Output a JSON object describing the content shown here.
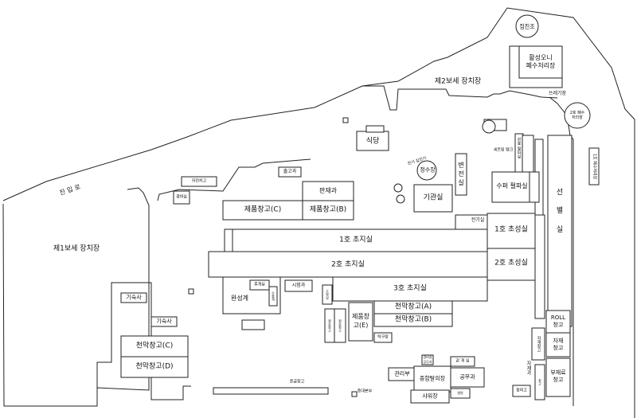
{
  "labels": {
    "main_road": "진 입 로",
    "yard1": "제1보세 장치장",
    "yard2": "제2보세 장치장",
    "chimney": "집진조",
    "wastewater1": "활성오니\n폐수처리장",
    "waste_yard": "쓰레기장",
    "wastewater2": "2호 폐수\n처리장",
    "cafeteria": "식당",
    "settling_tank": "세르링 탱크",
    "pulp_store": "원료 펄파실",
    "dust_collector": "진기 집진기",
    "water_tank": "정수장",
    "substation": "변\n전\n실",
    "boiler": "기관실",
    "super_pulp": "수퍼 펄파실",
    "sort_room": "선\n별\n실",
    "no1_wastewater_right": "1호 폐수처리장",
    "bike_shed": "자전차고",
    "guard": "경비실",
    "ship_garage": "출고과",
    "material_dept": "판재과",
    "prod_wh_c": "제품창고(C)",
    "prod_wh_b": "제품창고(B)",
    "elec_room": "전기실",
    "pm1": "1호 초지실",
    "pm2": "2호 초지실",
    "pm3": "3호 초지실",
    "paper1": "1호 초성실",
    "paper2": "2호 초성실",
    "dorm1": "기숙사",
    "dorm2": "기숙사",
    "tent_c": "천막창고(C)",
    "tent_d": "천막창고(D)",
    "lounge": "휴게실",
    "finishing": "완성계",
    "finishing_note": "수출계",
    "lab": "시험과",
    "prep": "조정실",
    "tent_a": "천막창고(A)",
    "tent_b": "천막창고(B)",
    "prod_wh_e": "제품창\n고(E)",
    "storage_small1": "원료창고",
    "storage_small2": "원료창고",
    "storage_small3": "탁구장",
    "roll_wh": "ROLL\n창고",
    "material_wh": "자재\n창고",
    "material_wh2": "자재창고",
    "material_dept2": "자재과",
    "parts_wh": "부재료\n창고",
    "admin": "관리부",
    "welfare": "종합탈의장",
    "welfare_top1": "경비실",
    "welfare_top2": "공무과",
    "breakroom": "같 게 실",
    "works": "공무과",
    "shower": "샤워장",
    "coop": "병원",
    "rest": "정비고",
    "misc_right": "창고",
    "gate_note": "중대본부",
    "storage_note": "응급창고"
  }
}
